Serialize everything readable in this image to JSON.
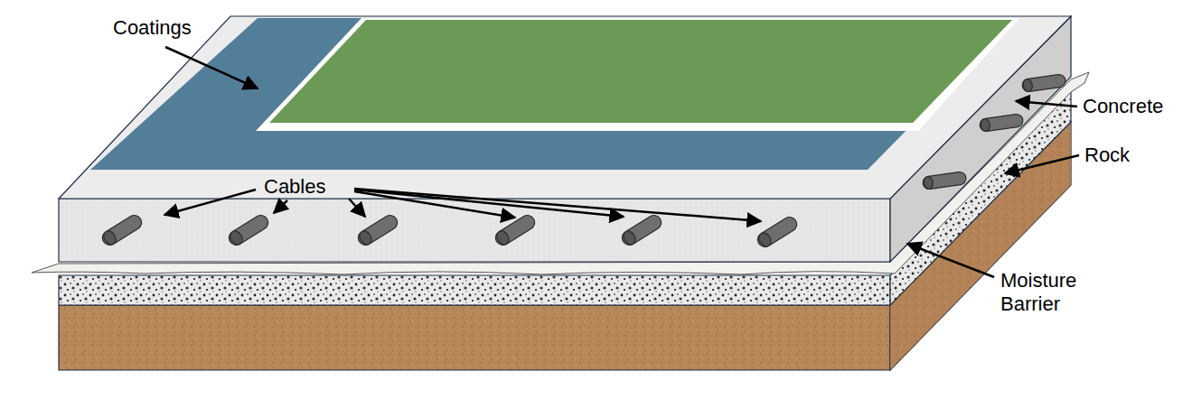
{
  "diagram": {
    "labels": [
      "Coatings",
      "Cables",
      "Concrete",
      "Rock",
      "Moisture Barrier"
    ]
  }
}
